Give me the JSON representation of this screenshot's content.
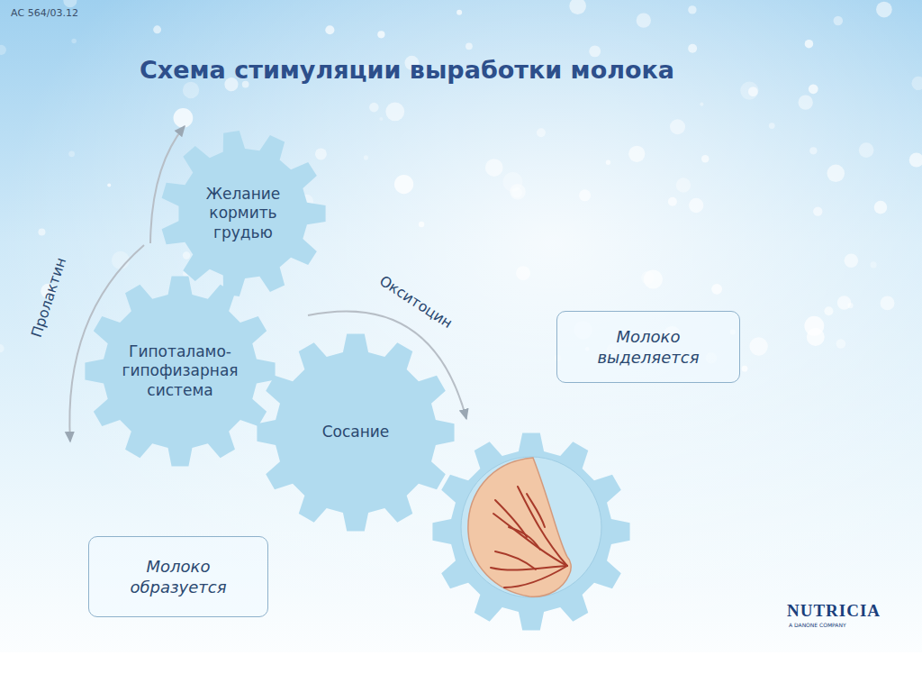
{
  "diagram": {
    "title": "Схема стимуляции  выработки молока",
    "nodes": [
      {
        "text": [
          "Желание кормить грудью"
        ]
      },
      {
        "text": [
          "Гипоталамо- гипофизарная система"
        ]
      },
      {
        "text": [
          "Сосание"
        ]
      },
      {
        "text": [
          "Молоко выделяется"
        ]
      },
      {
        "text": [
          "Молоко образуется"
        ]
      }
    ],
    "labels": [
      "АС 564/03.12",
      "Пролактин",
      "Окситоцин",
      "NUTRICIA",
      "A DANONE COMPANY"
    ]
  }
}
